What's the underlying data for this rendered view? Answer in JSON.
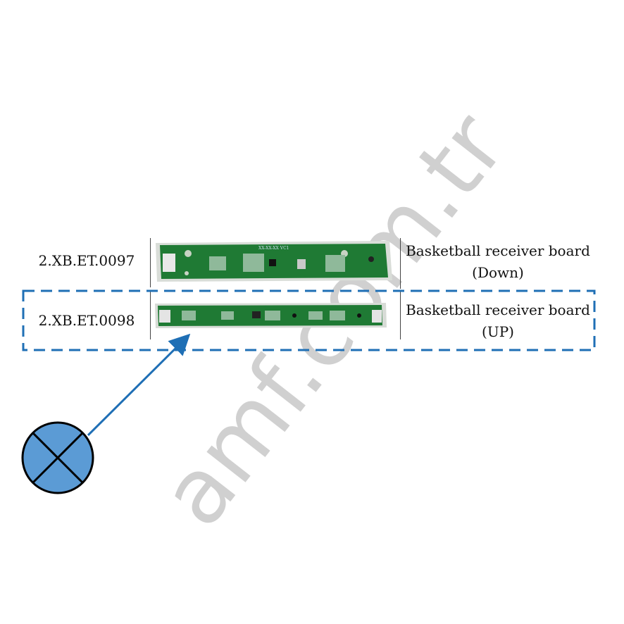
{
  "rows": [
    {
      "part_number": "2.XB.ET.0097",
      "desc_line1": "Basketball receiver board",
      "desc_line2": "(Down)"
    },
    {
      "part_number": "2.XB.ET.0098",
      "desc_line1": "Basketball receiver board",
      "desc_line2": "(UP)"
    }
  ],
  "watermark": "amf.com.tr",
  "colors": {
    "highlight": "#1f6fb5",
    "board": "#1f7a34",
    "marker": "#5b9bd5"
  }
}
